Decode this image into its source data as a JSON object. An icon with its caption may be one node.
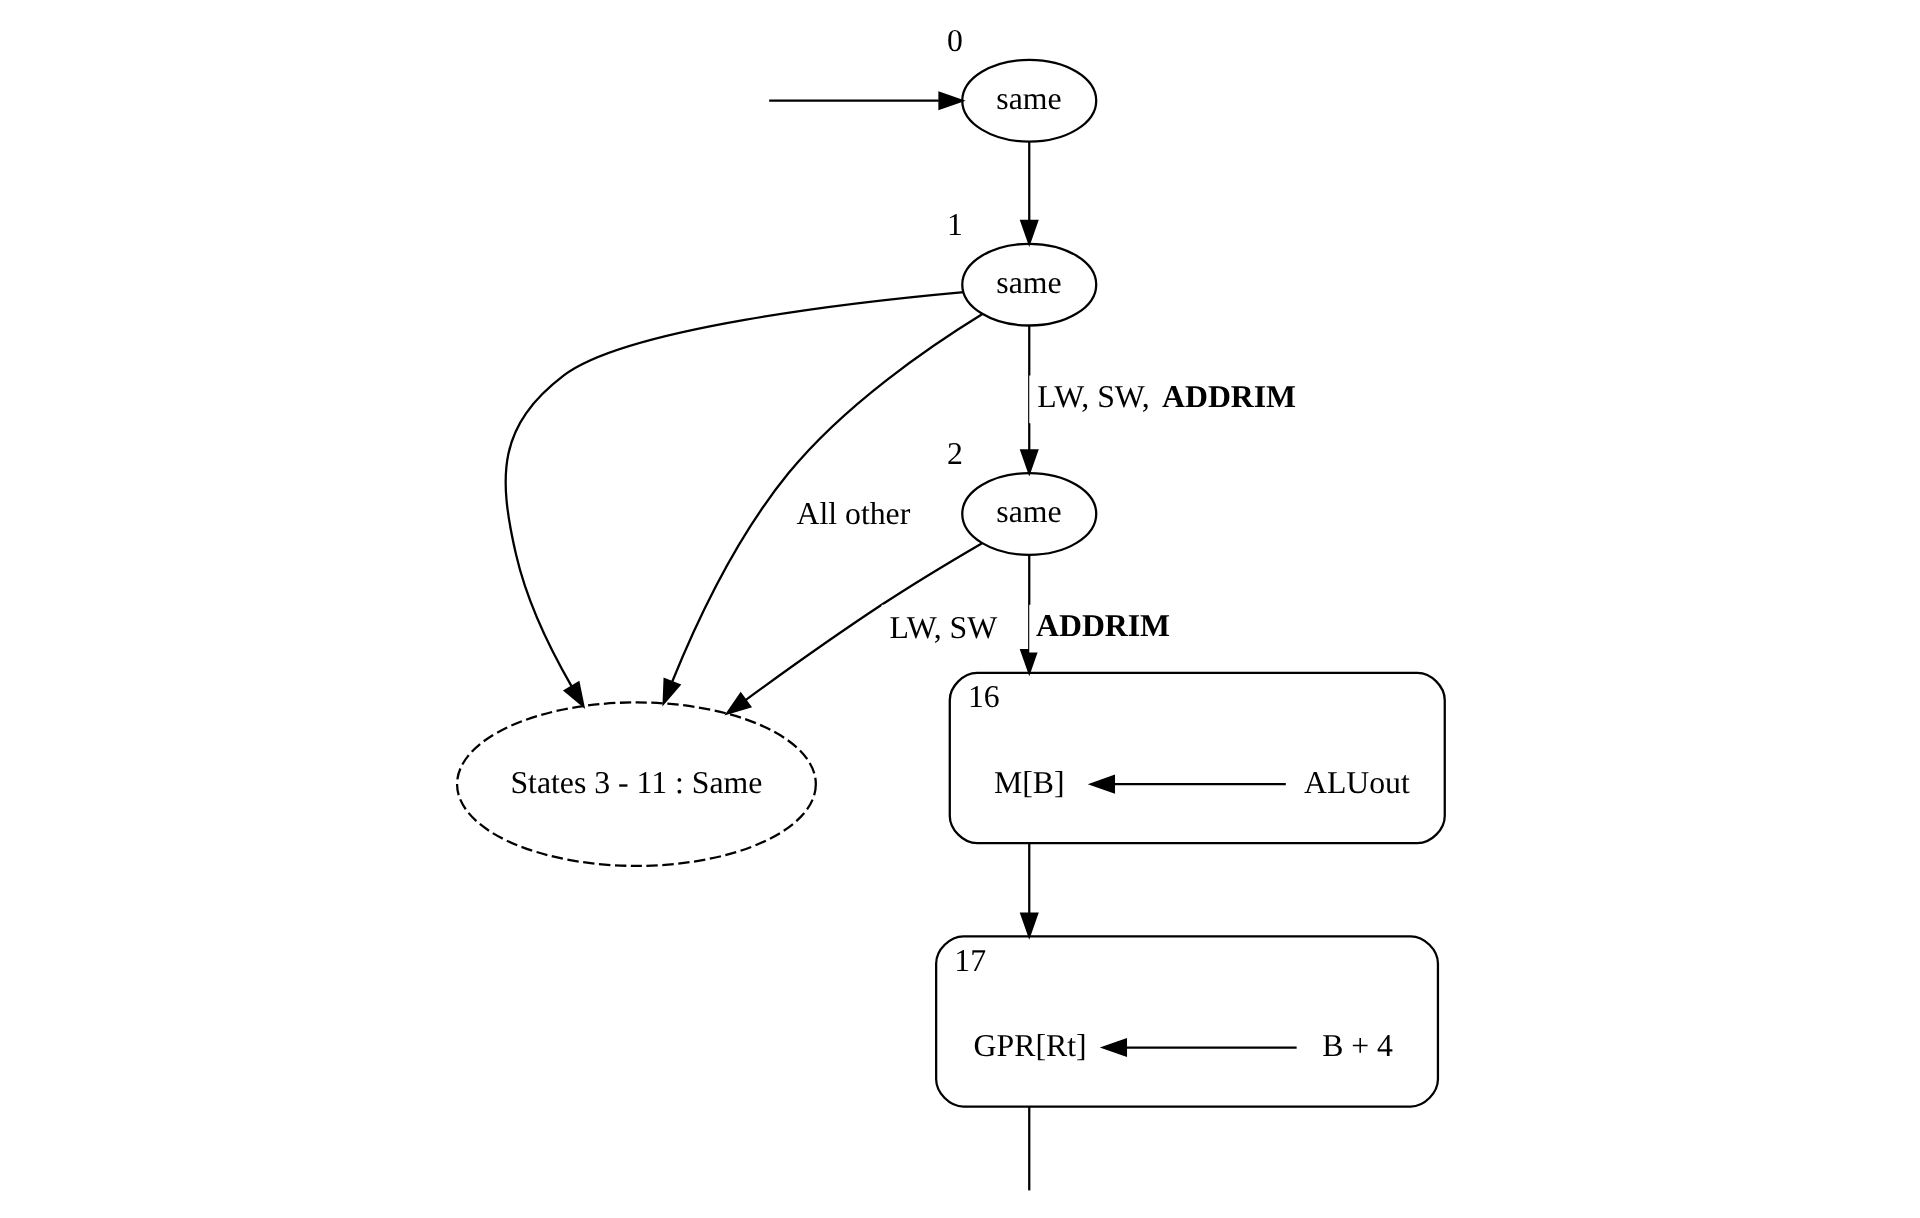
{
  "diagram": {
    "nodes": [
      {
        "text": [
          "same"
        ],
        "beside": [
          "0"
        ]
      },
      {
        "text": [
          "same"
        ],
        "beside": [
          "1"
        ]
      },
      {
        "text": [
          "States 3 - 11 : Same"
        ]
      },
      {
        "text": [
          "same"
        ],
        "beside": [
          "2"
        ]
      },
      {
        "text": [],
        "shape": "box",
        "beside": [
          "16"
        ]
      },
      {
        "text": [
          "M[B]"
        ],
        "in": 4
      },
      {
        "text": [
          "ALUout"
        ],
        "in": 4
      },
      {
        "text": [],
        "shape": "box",
        "beside": [
          "17"
        ]
      },
      {
        "text": [
          "GPR[Rt]"
        ],
        "in": 7
      },
      {
        "text": [
          "B + 4"
        ],
        "in": 7
      }
    ],
    "edges": [
      {
        "from": null,
        "to": 0,
        "arrow": "to"
      },
      {
        "from": 0,
        "to": 1,
        "arrow": "to"
      },
      {
        "from": 1,
        "to": 2,
        "arrow": "to"
      },
      {
        "from": 1,
        "to": 2,
        "arrow": "to",
        "label": "All other"
      },
      {
        "from": 1,
        "to": 3,
        "arrow": "to",
        "label": "LW, SW, **ADDRIM**"
      },
      {
        "from": 3,
        "to": 2,
        "arrow": "to",
        "label": "LW, SW"
      },
      {
        "from": 3,
        "to": 4,
        "arrow": "to",
        "label": "**ADDRIM**"
      },
      {
        "from": 6,
        "to": 5,
        "arrow": "to"
      },
      {
        "from": 4,
        "to": 7,
        "arrow": "to"
      },
      {
        "from": 9,
        "to": 8,
        "arrow": "to"
      },
      {
        "from": 7,
        "to": null,
        "arrow": "none"
      }
    ]
  }
}
